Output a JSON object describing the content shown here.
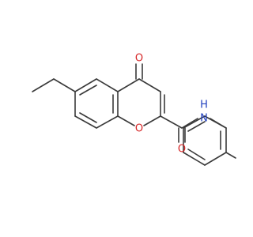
{
  "molecule": {
    "atom_labels": [
      {
        "id": "ketone-oxygen",
        "text": "O",
        "color": "#d62728"
      },
      {
        "id": "ring-oxygen",
        "text": "O",
        "color": "#d62728"
      },
      {
        "id": "amide-oxygen",
        "text": "O",
        "color": "#d62728"
      },
      {
        "id": "amide-nitrogen",
        "text": "N",
        "color": "#1f3fbf"
      },
      {
        "id": "amide-hydrogen",
        "text": "H",
        "color": "#1f3fbf"
      }
    ],
    "bond_color": "#3a3a3a"
  }
}
